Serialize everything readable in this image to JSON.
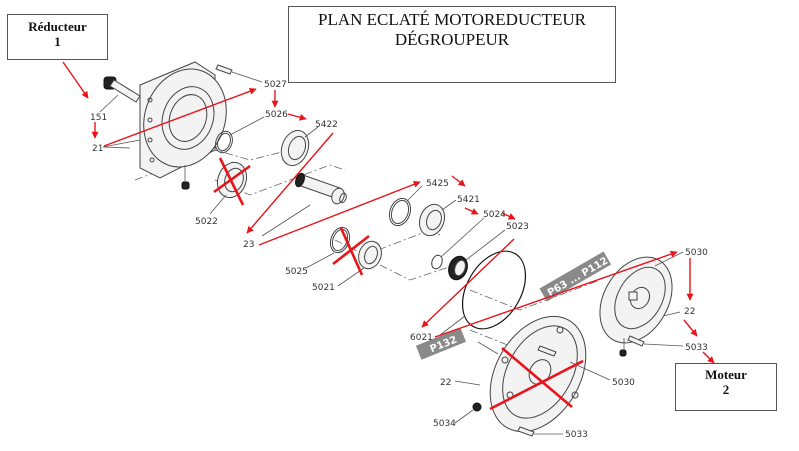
{
  "title": {
    "line1": "PLAN ECLATÉ MOTOREDUCTEUR",
    "line2": "DÉGROUPEUR"
  },
  "boxes": {
    "reducteur": {
      "label": "Réducteur",
      "number": "1"
    },
    "moteur": {
      "label": "Moteur",
      "number": "2"
    }
  },
  "part_labels": {
    "p151": "151",
    "p21": "21",
    "p5027": "5027",
    "p5026": "5026",
    "p5422": "5422",
    "p5022": "5022",
    "p23": "23",
    "p5425": "5425",
    "p5421": "5421",
    "p5024": "5024",
    "p5023": "5023",
    "p5025": "5025",
    "p5021": "5021",
    "p6021": "6021",
    "p5030_top": "5030",
    "p22_top": "22",
    "p5033_top": "5033",
    "p22_bottom": "22",
    "p5030_bottom": "5030",
    "p5034": "5034",
    "p5033_bottom": "5033"
  },
  "size_tags": {
    "upper": "P63 ... P112",
    "lower": "P132"
  },
  "colors": {
    "annotation_red": "#e8141b",
    "tag_grey": "#8a8a8a",
    "line_grey": "#444444"
  }
}
